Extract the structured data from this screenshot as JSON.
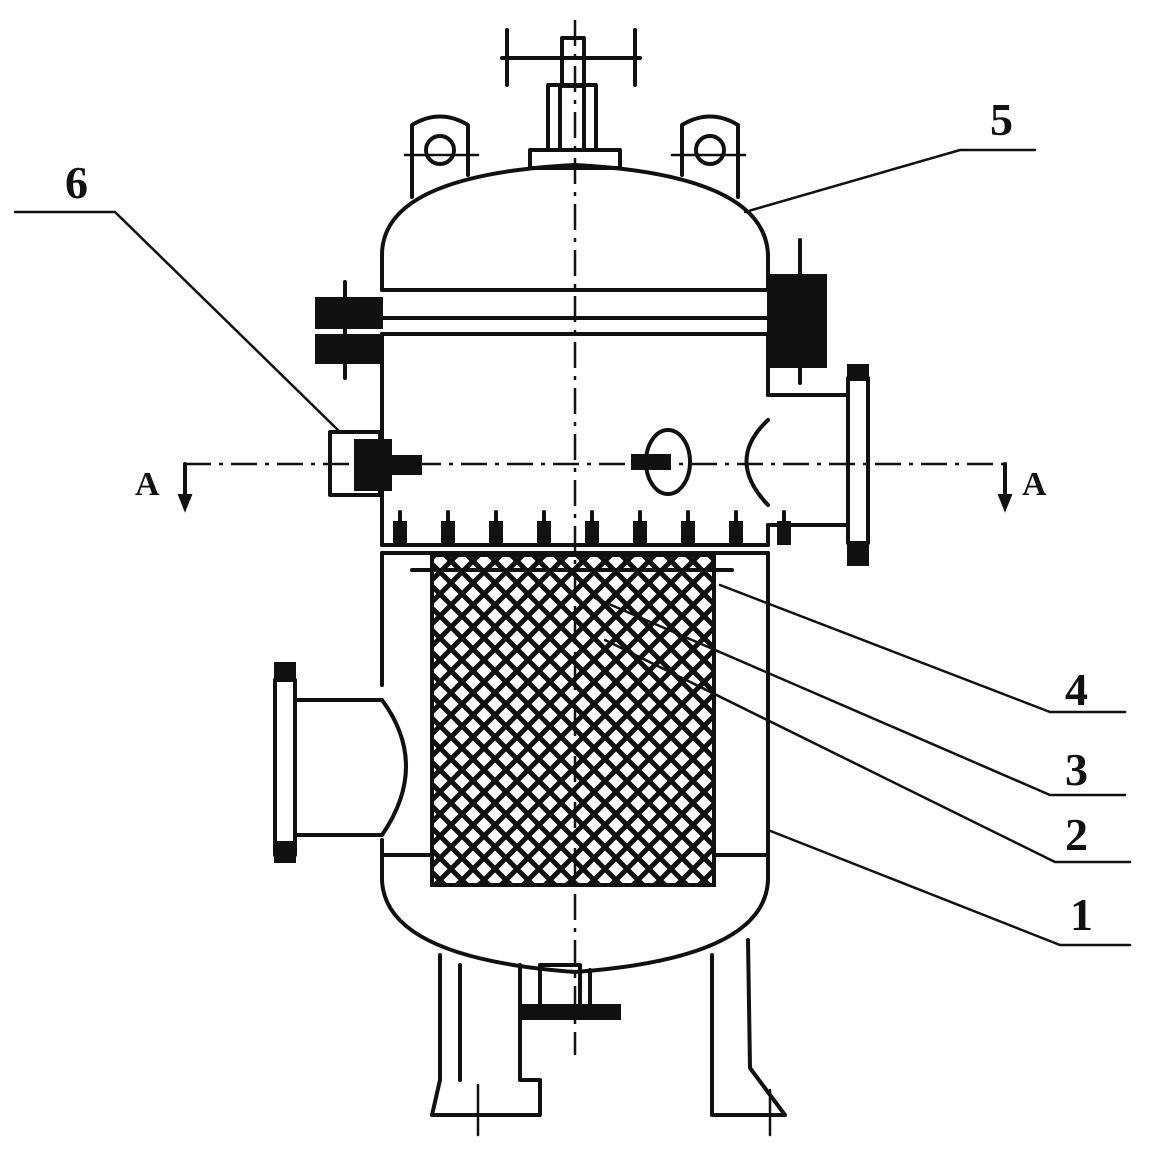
{
  "callouts": [
    {
      "id": "1",
      "label": "1"
    },
    {
      "id": "2",
      "label": "2"
    },
    {
      "id": "3",
      "label": "3"
    },
    {
      "id": "4",
      "label": "4"
    },
    {
      "id": "5",
      "label": "5"
    },
    {
      "id": "6",
      "label": "6"
    }
  ],
  "section_marks": {
    "left": "A",
    "right": "A"
  }
}
